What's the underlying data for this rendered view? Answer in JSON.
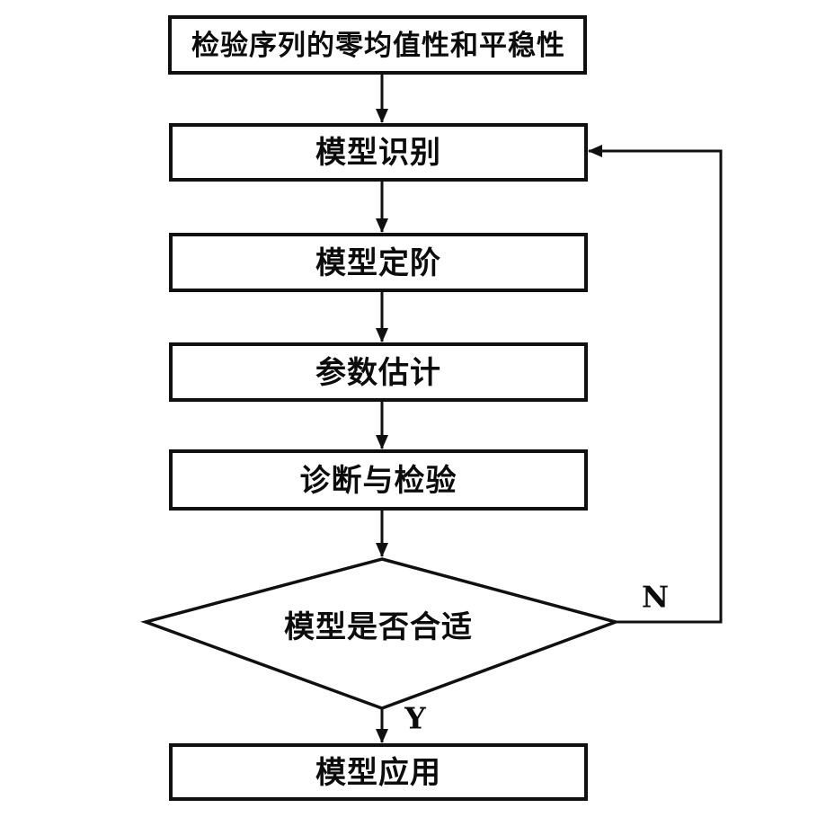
{
  "page": {
    "background_color": "#ffffff",
    "ink_color": "#101010"
  },
  "flowchart": {
    "nodes": [
      {
        "id": "check-stationarity",
        "shape": "rect",
        "label": "检验序列的零均值性和平稳性"
      },
      {
        "id": "model-identification",
        "shape": "rect",
        "label": "模型识别"
      },
      {
        "id": "model-order",
        "shape": "rect",
        "label": "模型定阶"
      },
      {
        "id": "parameter-estimation",
        "shape": "rect",
        "label": "参数估计"
      },
      {
        "id": "diagnosis-and-test",
        "shape": "rect",
        "label": "诊断与检验"
      },
      {
        "id": "model-suitable",
        "shape": "diamond",
        "label": "模型是否合适"
      },
      {
        "id": "model-application",
        "shape": "rect",
        "label": "模型应用"
      }
    ],
    "branch_labels": {
      "no": "N",
      "yes": "Y"
    }
  }
}
